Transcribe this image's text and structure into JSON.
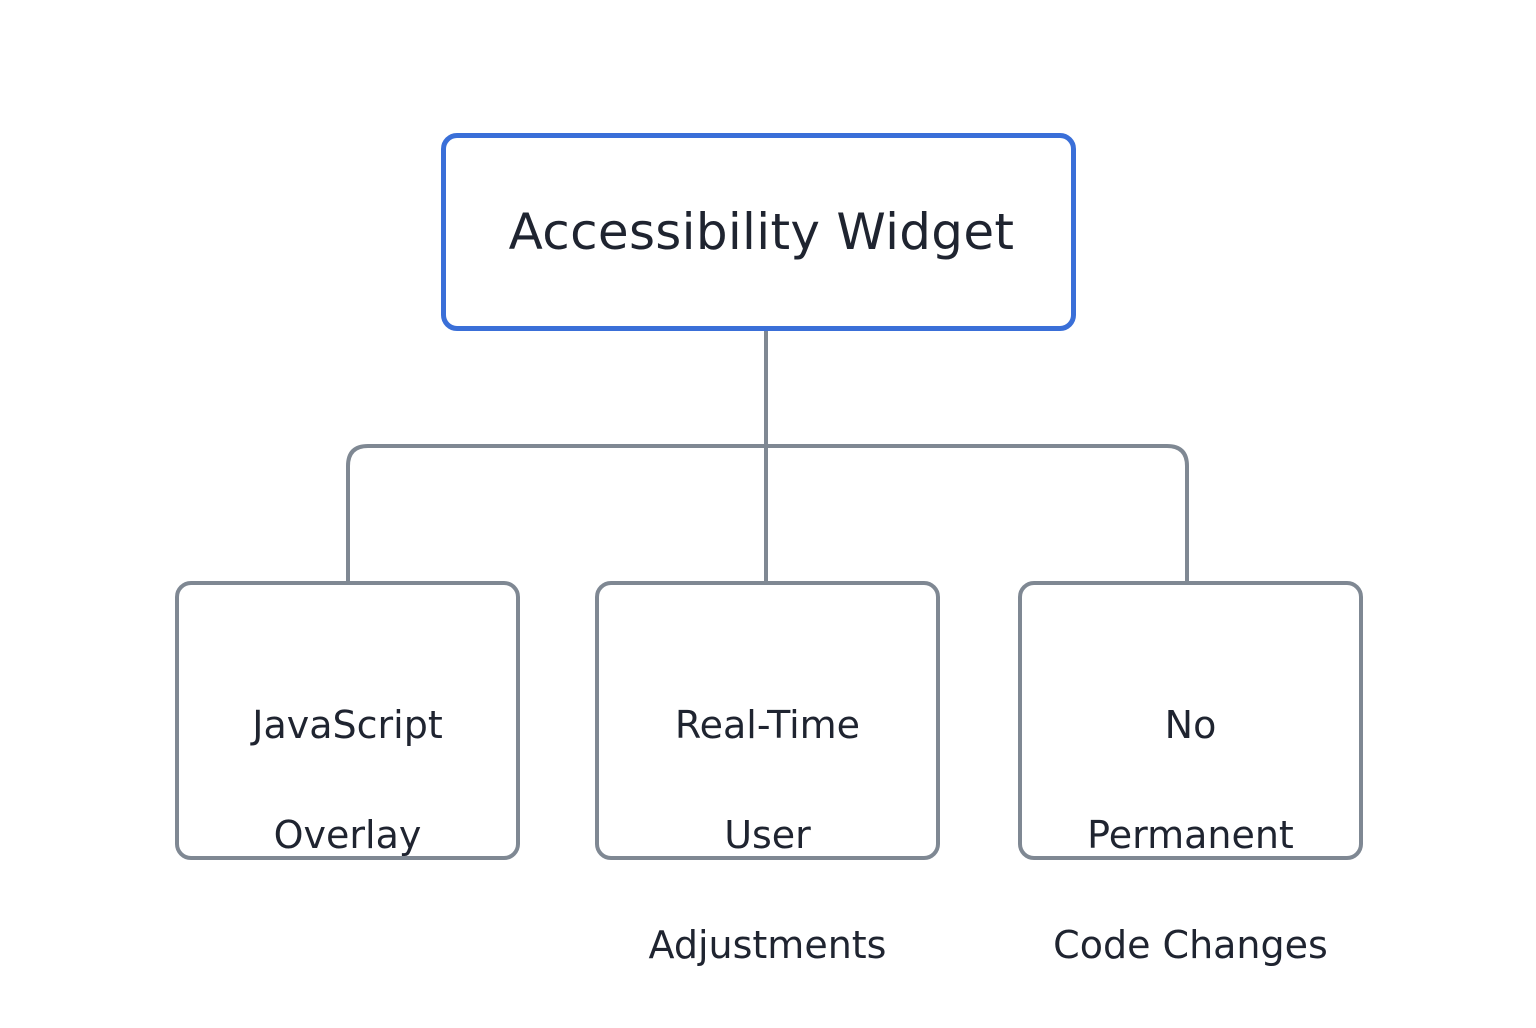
{
  "diagram": {
    "root": {
      "label": "Accessibility Widget"
    },
    "children": [
      {
        "lines": [
          "JavaScript",
          "Overlay"
        ]
      },
      {
        "lines": [
          "Real-Time",
          "User",
          "Adjustments"
        ]
      },
      {
        "lines": [
          "No",
          "Permanent",
          "Code Changes"
        ]
      }
    ],
    "colors": {
      "root_border": "#3a6fd8",
      "child_border": "#7f8893",
      "connector": "#7f8893",
      "text": "#1f2430",
      "background": "#ffffff"
    }
  }
}
